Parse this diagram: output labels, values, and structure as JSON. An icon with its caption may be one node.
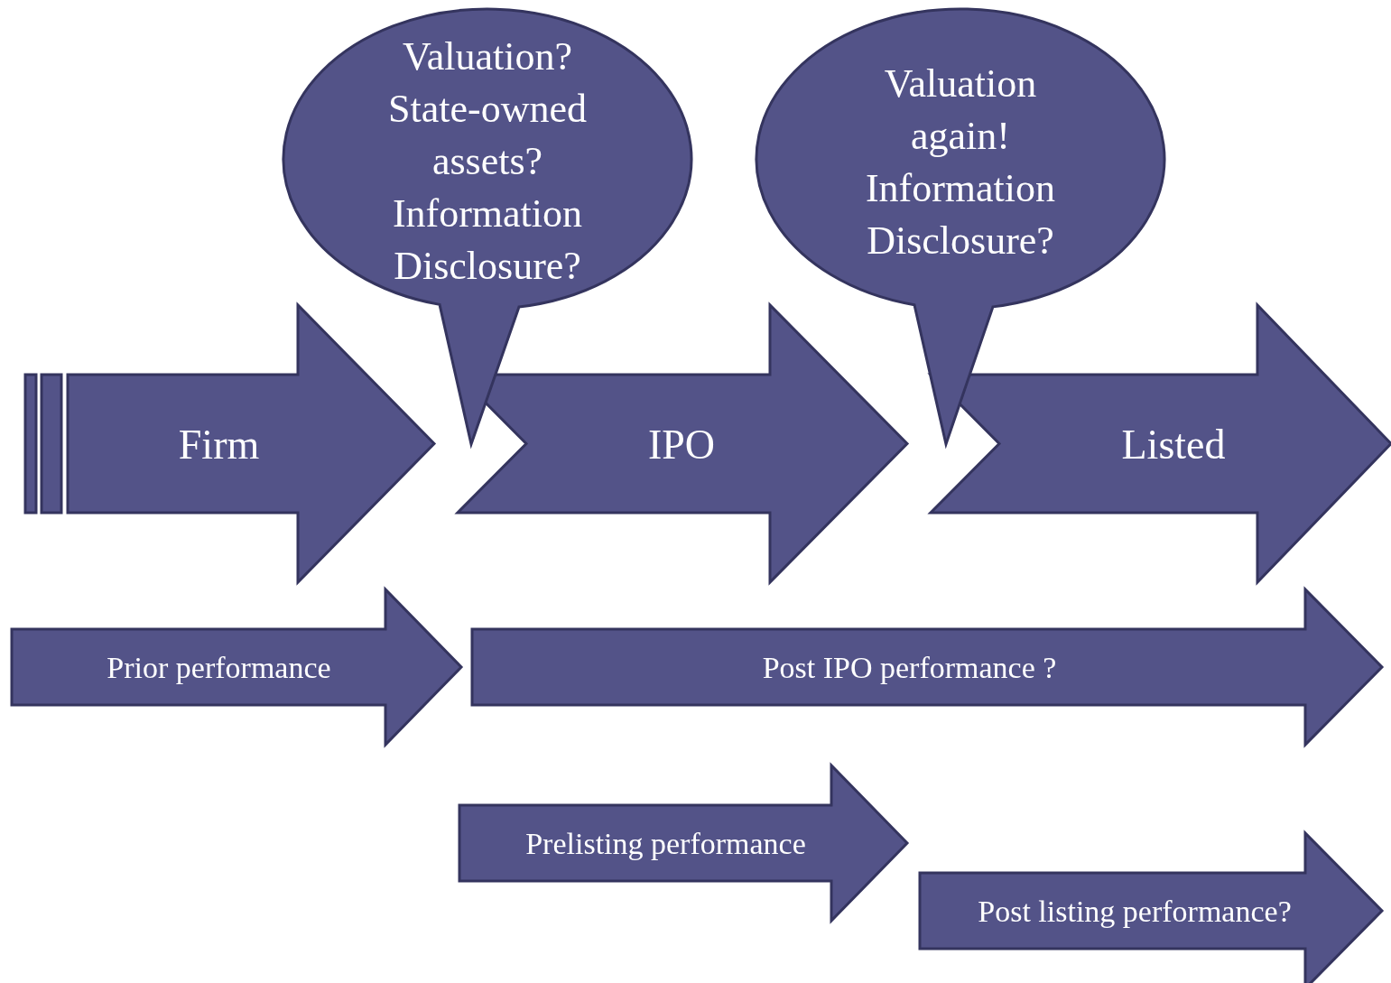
{
  "diagram": {
    "nodes": [
      {
        "text": [
          "Valuation? State-owned assets? Information Disclosure?"
        ]
      },
      {
        "text": [
          "Valuation again! Information Disclosure?"
        ]
      },
      {
        "text": [
          "Firm"
        ]
      },
      {
        "text": [
          "IPO"
        ]
      },
      {
        "text": [
          "Listed"
        ]
      },
      {
        "text": [
          "Prior performance"
        ]
      },
      {
        "text": [
          "Post IPO performance ?"
        ]
      },
      {
        "text": [
          "Prelisting performance"
        ]
      },
      {
        "text": [
          "Post listing performance?"
        ]
      }
    ]
  }
}
